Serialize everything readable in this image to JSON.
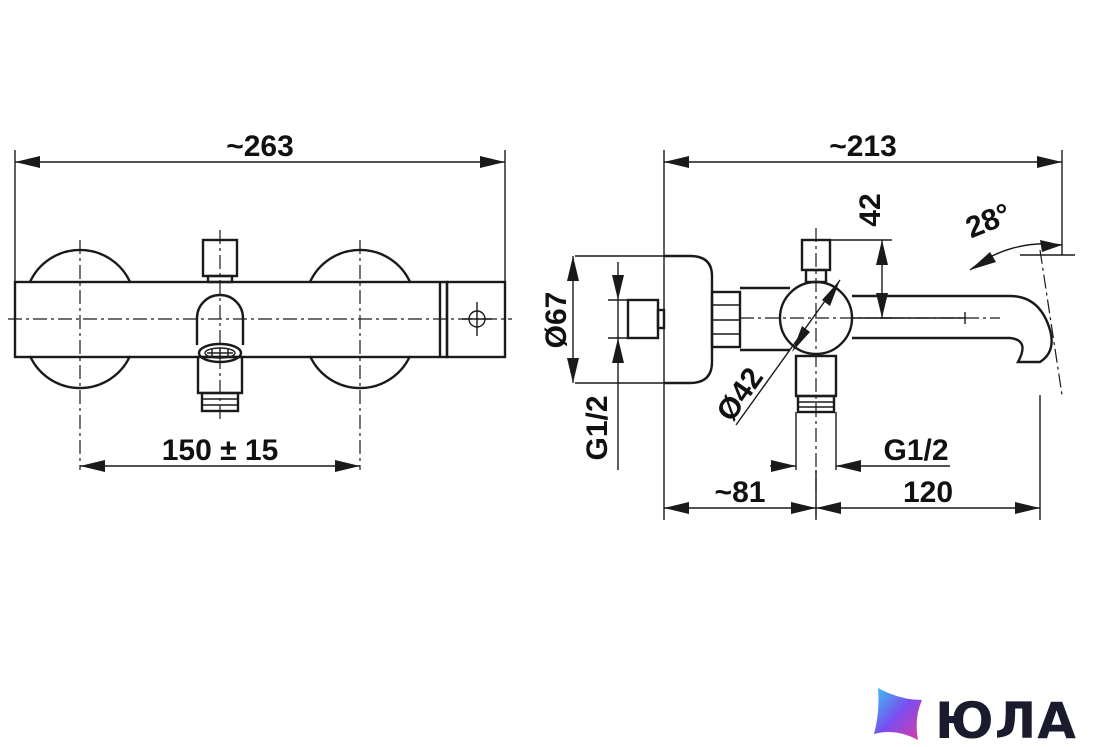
{
  "drawing": {
    "front_view": {
      "overall_width": "~263",
      "center_distance": "150 ± 15"
    },
    "side_view": {
      "overall_depth": "~213",
      "body_diameter": "Ø67",
      "knob_diameter": "Ø42",
      "spindle_height": "42",
      "spout_angle": "28°",
      "inlet_thread_left": "G1/2",
      "outlet_thread_right": "G1/2",
      "wall_to_axis": "~81",
      "axis_to_spout": "120"
    }
  },
  "watermark": {
    "brand": "ЮЛА",
    "colors": [
      "#36c6f0",
      "#7b4df0",
      "#e03a9e"
    ]
  }
}
